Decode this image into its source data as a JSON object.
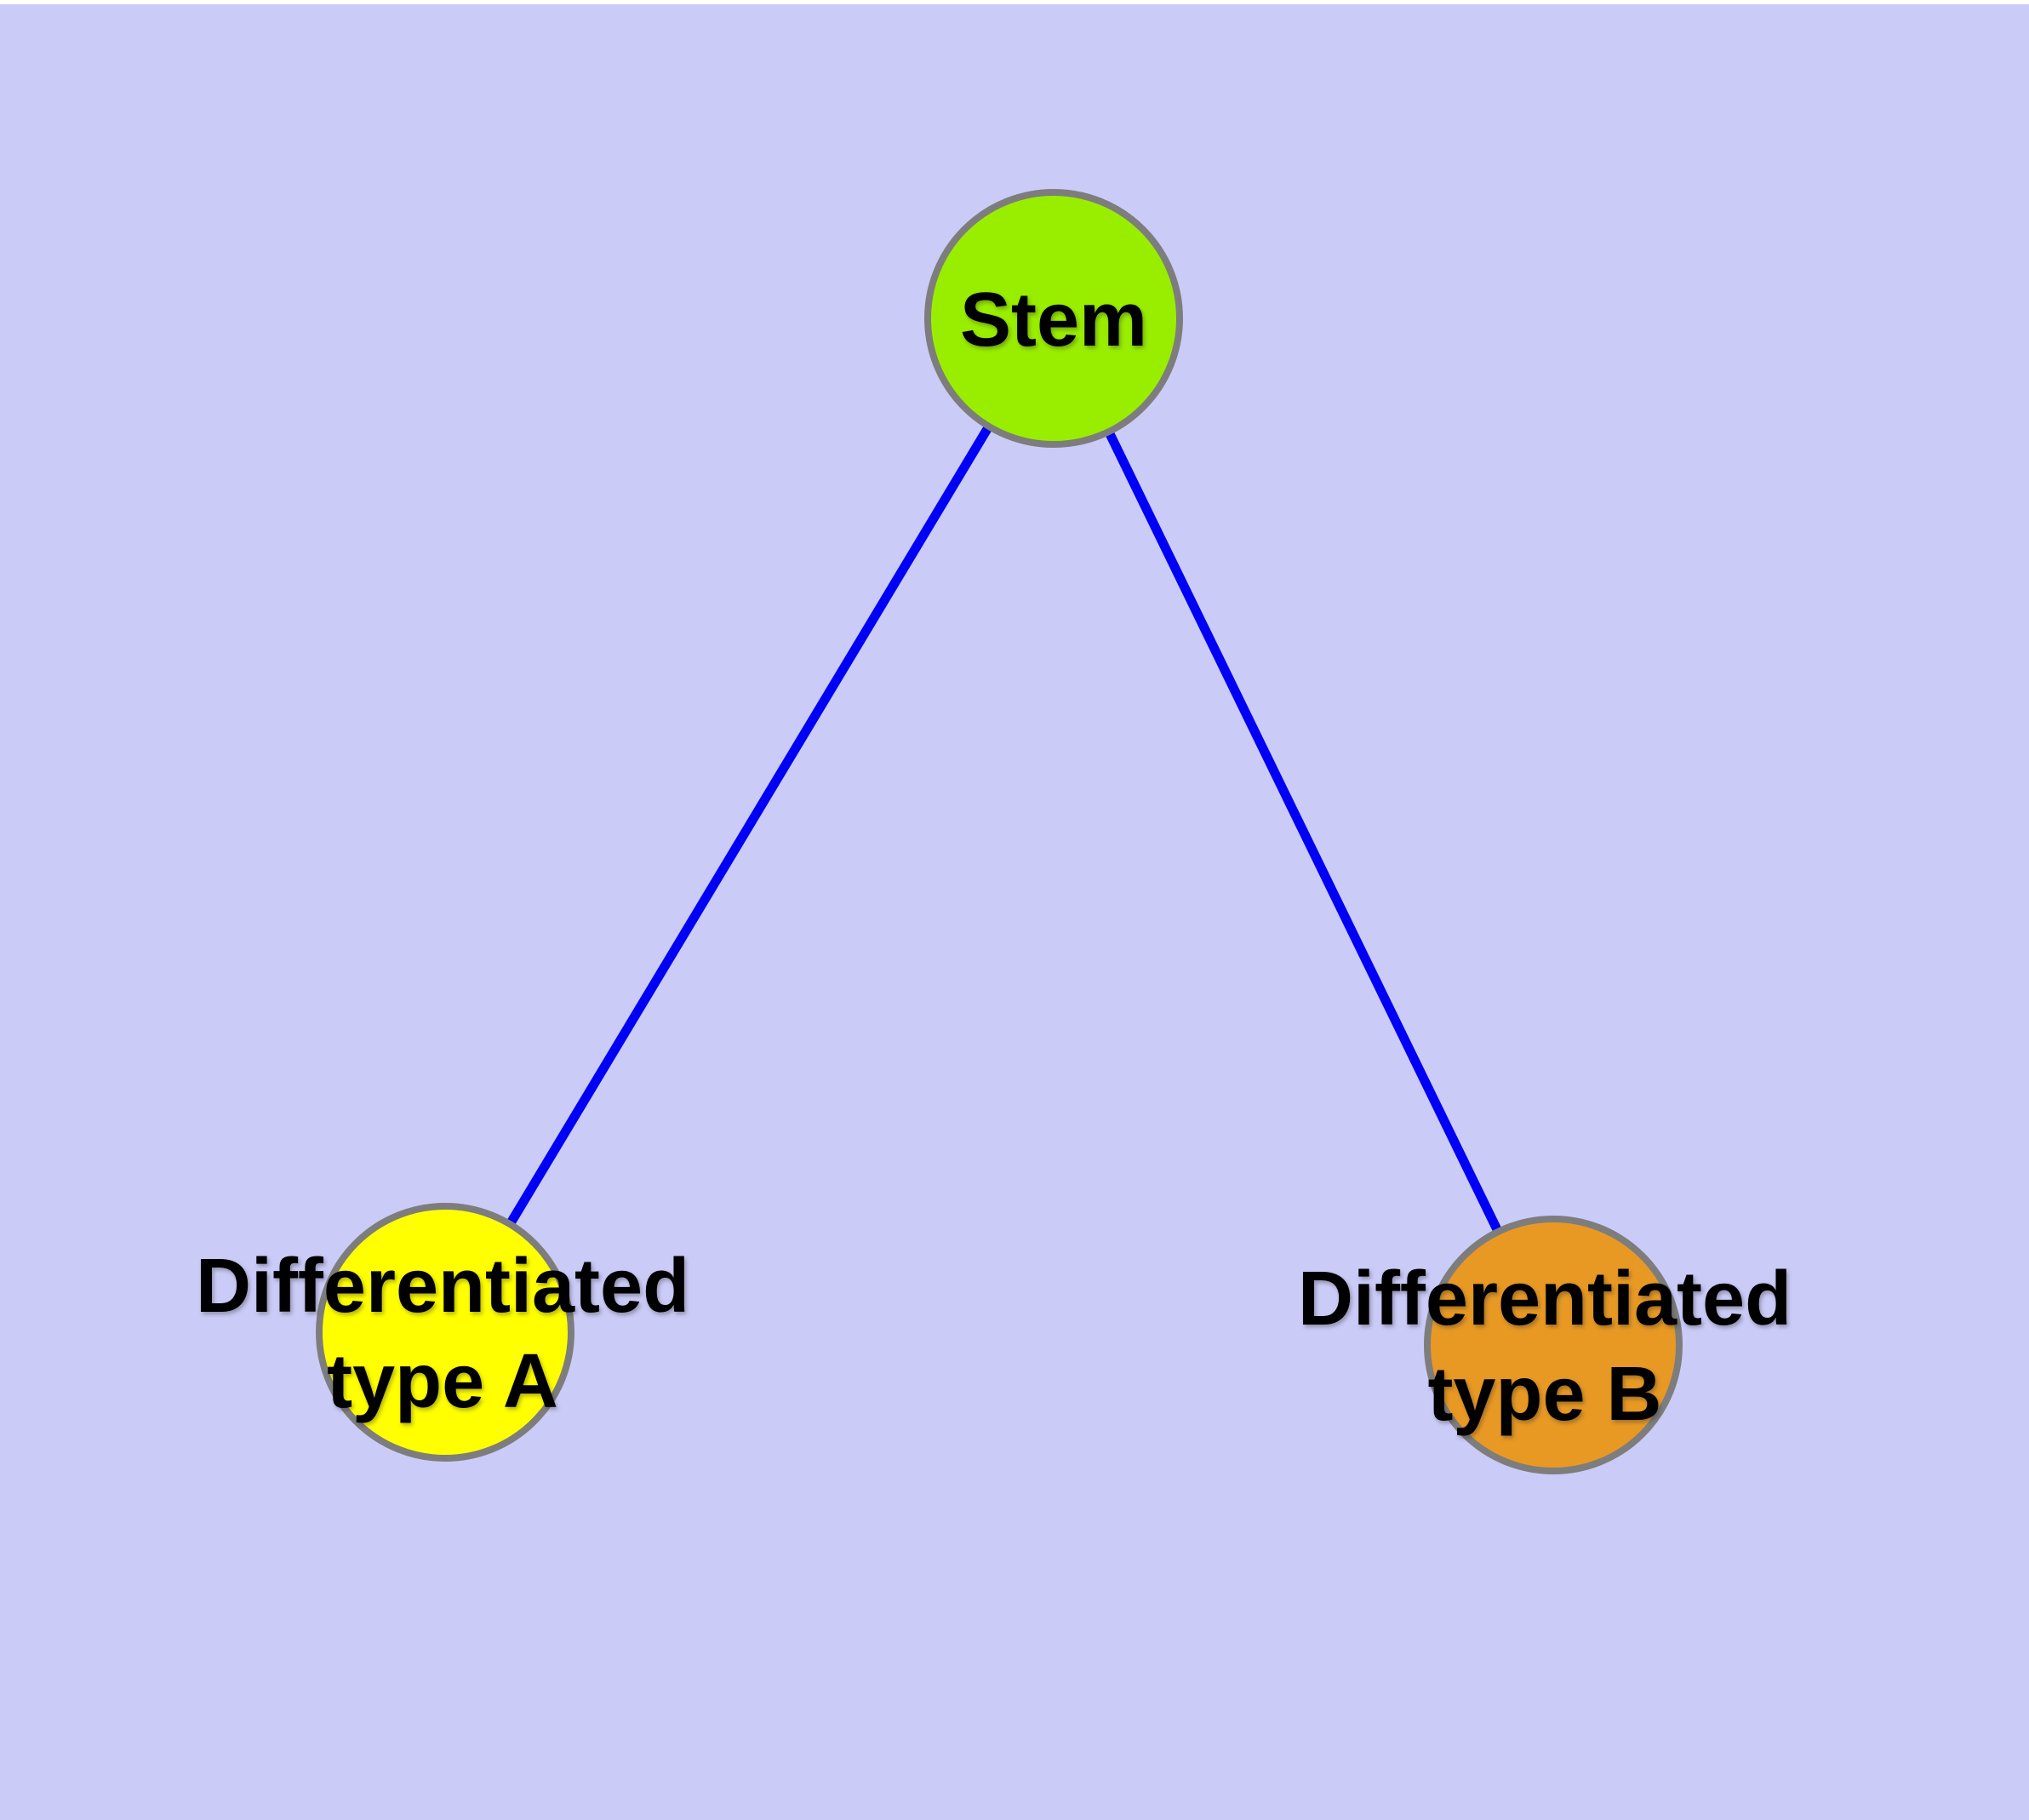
{
  "diagram": {
    "background_color": "#cbcbf8",
    "top_margin_color": "#ffffff",
    "edge_color": "#0000f5",
    "node_border_color": "#7d7d7d",
    "label_color": "#000000",
    "nodes": [
      {
        "id": "stem",
        "label_lines": [
          "Stem"
        ],
        "fill": "#99ee00"
      },
      {
        "id": "type-a",
        "label_lines": [
          "Differentiated",
          "type A"
        ],
        "fill": "#ffff00"
      },
      {
        "id": "type-b",
        "label_lines": [
          "Differentiated",
          "type B"
        ],
        "fill": "#e89924"
      }
    ],
    "edges": [
      {
        "from": "Stem",
        "to": "Differentiated type A"
      },
      {
        "from": "Stem",
        "to": "Differentiated type B"
      }
    ]
  }
}
